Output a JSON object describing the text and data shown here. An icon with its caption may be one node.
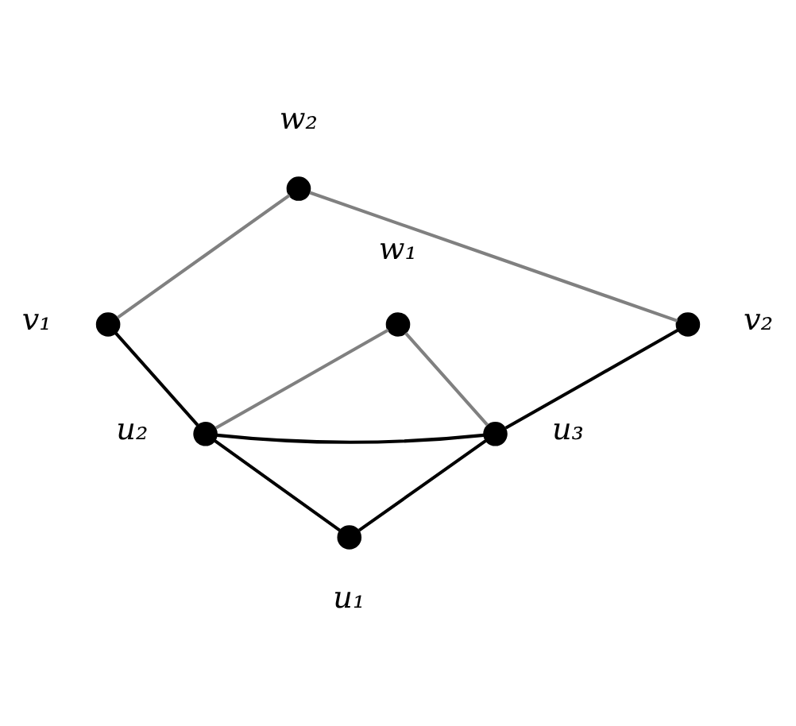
{
  "diagram": {
    "nodes": [
      {
        "text": [],
        "shape": "circle",
        "beside": [
          "w₂"
        ]
      },
      {
        "text": [],
        "shape": "circle",
        "beside": [
          "v₁"
        ]
      },
      {
        "text": [],
        "shape": "circle",
        "beside": [
          "w₁"
        ]
      },
      {
        "text": [],
        "shape": "circle",
        "beside": [
          "v₂"
        ]
      },
      {
        "text": [],
        "shape": "circle",
        "beside": [
          "u₂"
        ]
      },
      {
        "text": [],
        "shape": "circle",
        "beside": [
          "u₃"
        ]
      },
      {
        "text": [],
        "shape": "circle",
        "beside": [
          "u₁"
        ]
      }
    ],
    "edges": [
      {
        "from": 0,
        "to": 1,
        "arrow": "none",
        "color": "#808080"
      },
      {
        "from": 0,
        "to": 3,
        "arrow": "none",
        "color": "#808080"
      },
      {
        "from": 1,
        "to": 4,
        "arrow": "none"
      },
      {
        "from": 2,
        "to": 4,
        "arrow": "none",
        "color": "#808080"
      },
      {
        "from": 2,
        "to": 5,
        "arrow": "none",
        "color": "#808080"
      },
      {
        "from": 3,
        "to": 5,
        "arrow": "none"
      },
      {
        "from": 4,
        "to": 5,
        "arrow": "none"
      },
      {
        "from": 4,
        "to": 6,
        "arrow": "none"
      },
      {
        "from": 5,
        "to": 6,
        "arrow": "none"
      }
    ]
  }
}
